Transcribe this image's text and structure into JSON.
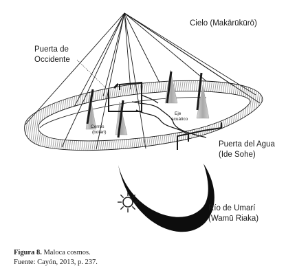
{
  "labels": {
    "sky": "Cielo (Makārūkūrō)",
    "west_door_line1": "Puerta de",
    "west_door_line2": "Occidente",
    "axis_line1": "Eje",
    "axis_line2": "acuático",
    "hills_line1": "Cerros",
    "hills_line2": "(botari)",
    "water_door_line1": "Puerta del Agua",
    "water_door_line2": "(Ide Sohe)",
    "river_line1": "Río de Umarí",
    "river_line2": "(Wamū Riaka)"
  },
  "caption": {
    "figure_label": "Figura 8.",
    "figure_title": " Maloca cosmos.",
    "source": "Fuente: Cayón, 2013, p. 237."
  },
  "colors": {
    "ink": "#1a1a1a",
    "thatch": "#9a9a9a",
    "hill_gray": "#b4b4b4",
    "river": "#0d0d0d"
  },
  "icons": {
    "sun": "sun-icon"
  }
}
